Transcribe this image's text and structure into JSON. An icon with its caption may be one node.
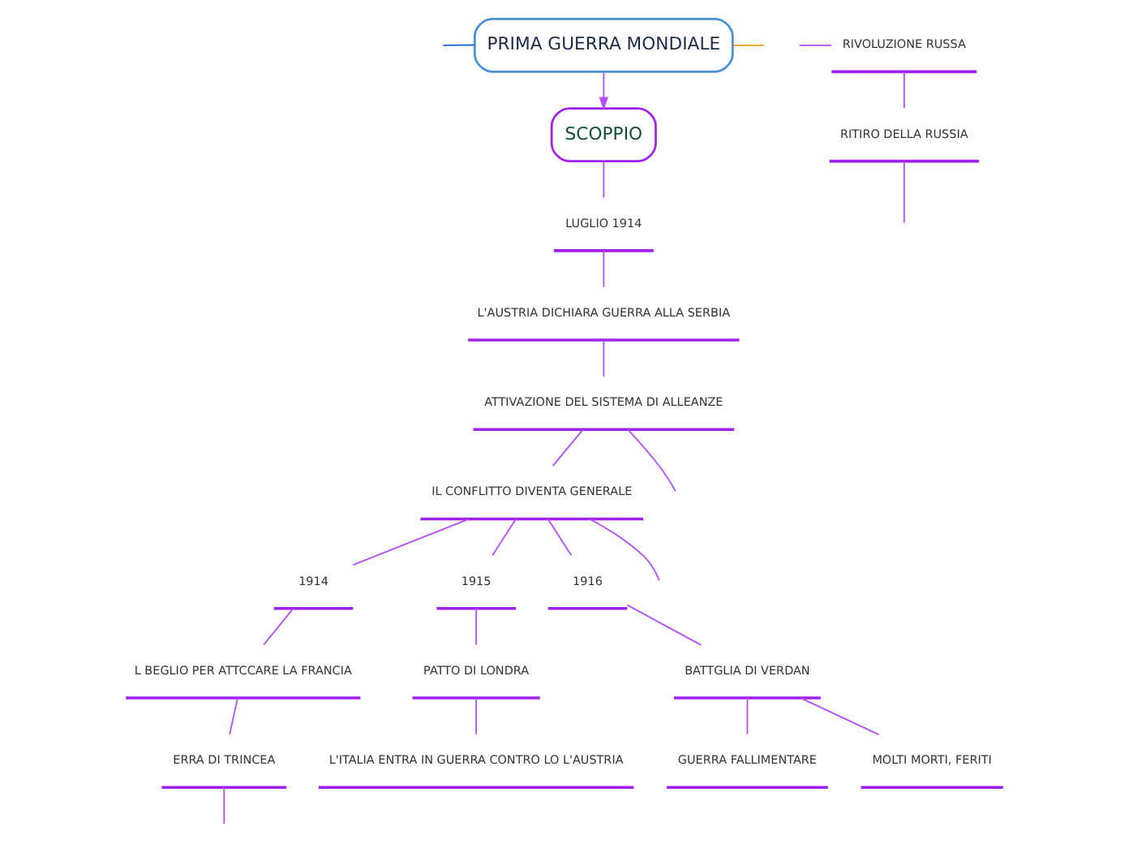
{
  "diagram": {
    "nodes": [
      {
        "text": [
          "PRIMA GUERRA MONDIALE"
        ]
      },
      {
        "text": [
          "SCOPPIO"
        ]
      },
      {
        "text": [
          "LUGLIO 1914"
        ]
      },
      {
        "text": [
          "L'AUSTRIA DICHIARA GUERRA ALLA SERBIA"
        ]
      },
      {
        "text": [
          "ATTIVAZIONE DEL SISTEMA DI ALLEANZE"
        ]
      },
      {
        "text": [
          "IL CONFLITTO DIVENTA GENERALE"
        ]
      },
      {
        "text": [
          "1914"
        ]
      },
      {
        "text": [
          "1915"
        ]
      },
      {
        "text": [
          "1916"
        ]
      },
      {
        "text": [
          "RIVOLUZIONE RUSSA"
        ]
      },
      {
        "text": [
          "L BEGLIO PER ATTCCARE LA FRANCIA"
        ]
      },
      {
        "text": [
          "PATTO DI LONDRA"
        ]
      },
      {
        "text": [
          "BATTGLIA DI VERDAN"
        ]
      },
      {
        "text": [
          "ERRA DI TRINCEA"
        ]
      },
      {
        "text": [
          "L'ITALIA ENTRA IN GUERRA CONTRO LO L'AUSTRIA"
        ]
      },
      {
        "text": [
          "GUERRA FALLIMENTARE"
        ]
      },
      {
        "text": [
          "MOLTI MORTI, FERITI"
        ]
      },
      {
        "text": [
          "RITIRO DELLA RUSSIA"
        ]
      }
    ],
    "edges": [
      {
        "from": 0,
        "to": null,
        "arrow": "none",
        "color": "#1a5fd6"
      },
      {
        "from": 0,
        "to": 1,
        "arrow": "to"
      },
      {
        "from": 0,
        "to": null,
        "arrow": "none",
        "color": "#f39c12"
      },
      {
        "from": 1,
        "to": 2,
        "arrow": "none"
      },
      {
        "from": 2,
        "to": 3,
        "arrow": "none"
      },
      {
        "from": 3,
        "to": 4,
        "arrow": "none"
      },
      {
        "from": 4,
        "to": null,
        "arrow": "none"
      },
      {
        "from": 4,
        "to": 5,
        "arrow": "none"
      },
      {
        "from": 5,
        "to": 6,
        "arrow": "none"
      },
      {
        "from": 5,
        "to": 7,
        "arrow": "none"
      },
      {
        "from": 5,
        "to": 8,
        "arrow": "none"
      },
      {
        "from": 5,
        "to": null,
        "arrow": "none"
      },
      {
        "from": null,
        "to": 9,
        "arrow": "none"
      },
      {
        "from": 6,
        "to": 10,
        "arrow": "none"
      },
      {
        "from": 10,
        "to": 13,
        "arrow": "none"
      },
      {
        "from": 13,
        "to": null,
        "arrow": "none"
      },
      {
        "from": 7,
        "to": 11,
        "arrow": "none"
      },
      {
        "from": 11,
        "to": 14,
        "arrow": "none"
      },
      {
        "from": 8,
        "to": 12,
        "arrow": "none"
      },
      {
        "from": 12,
        "to": 15,
        "arrow": "none"
      },
      {
        "from": 12,
        "to": 16,
        "arrow": "none"
      },
      {
        "from": 9,
        "to": 17,
        "arrow": "none"
      },
      {
        "from": 17,
        "to": null,
        "arrow": "none"
      }
    ]
  }
}
